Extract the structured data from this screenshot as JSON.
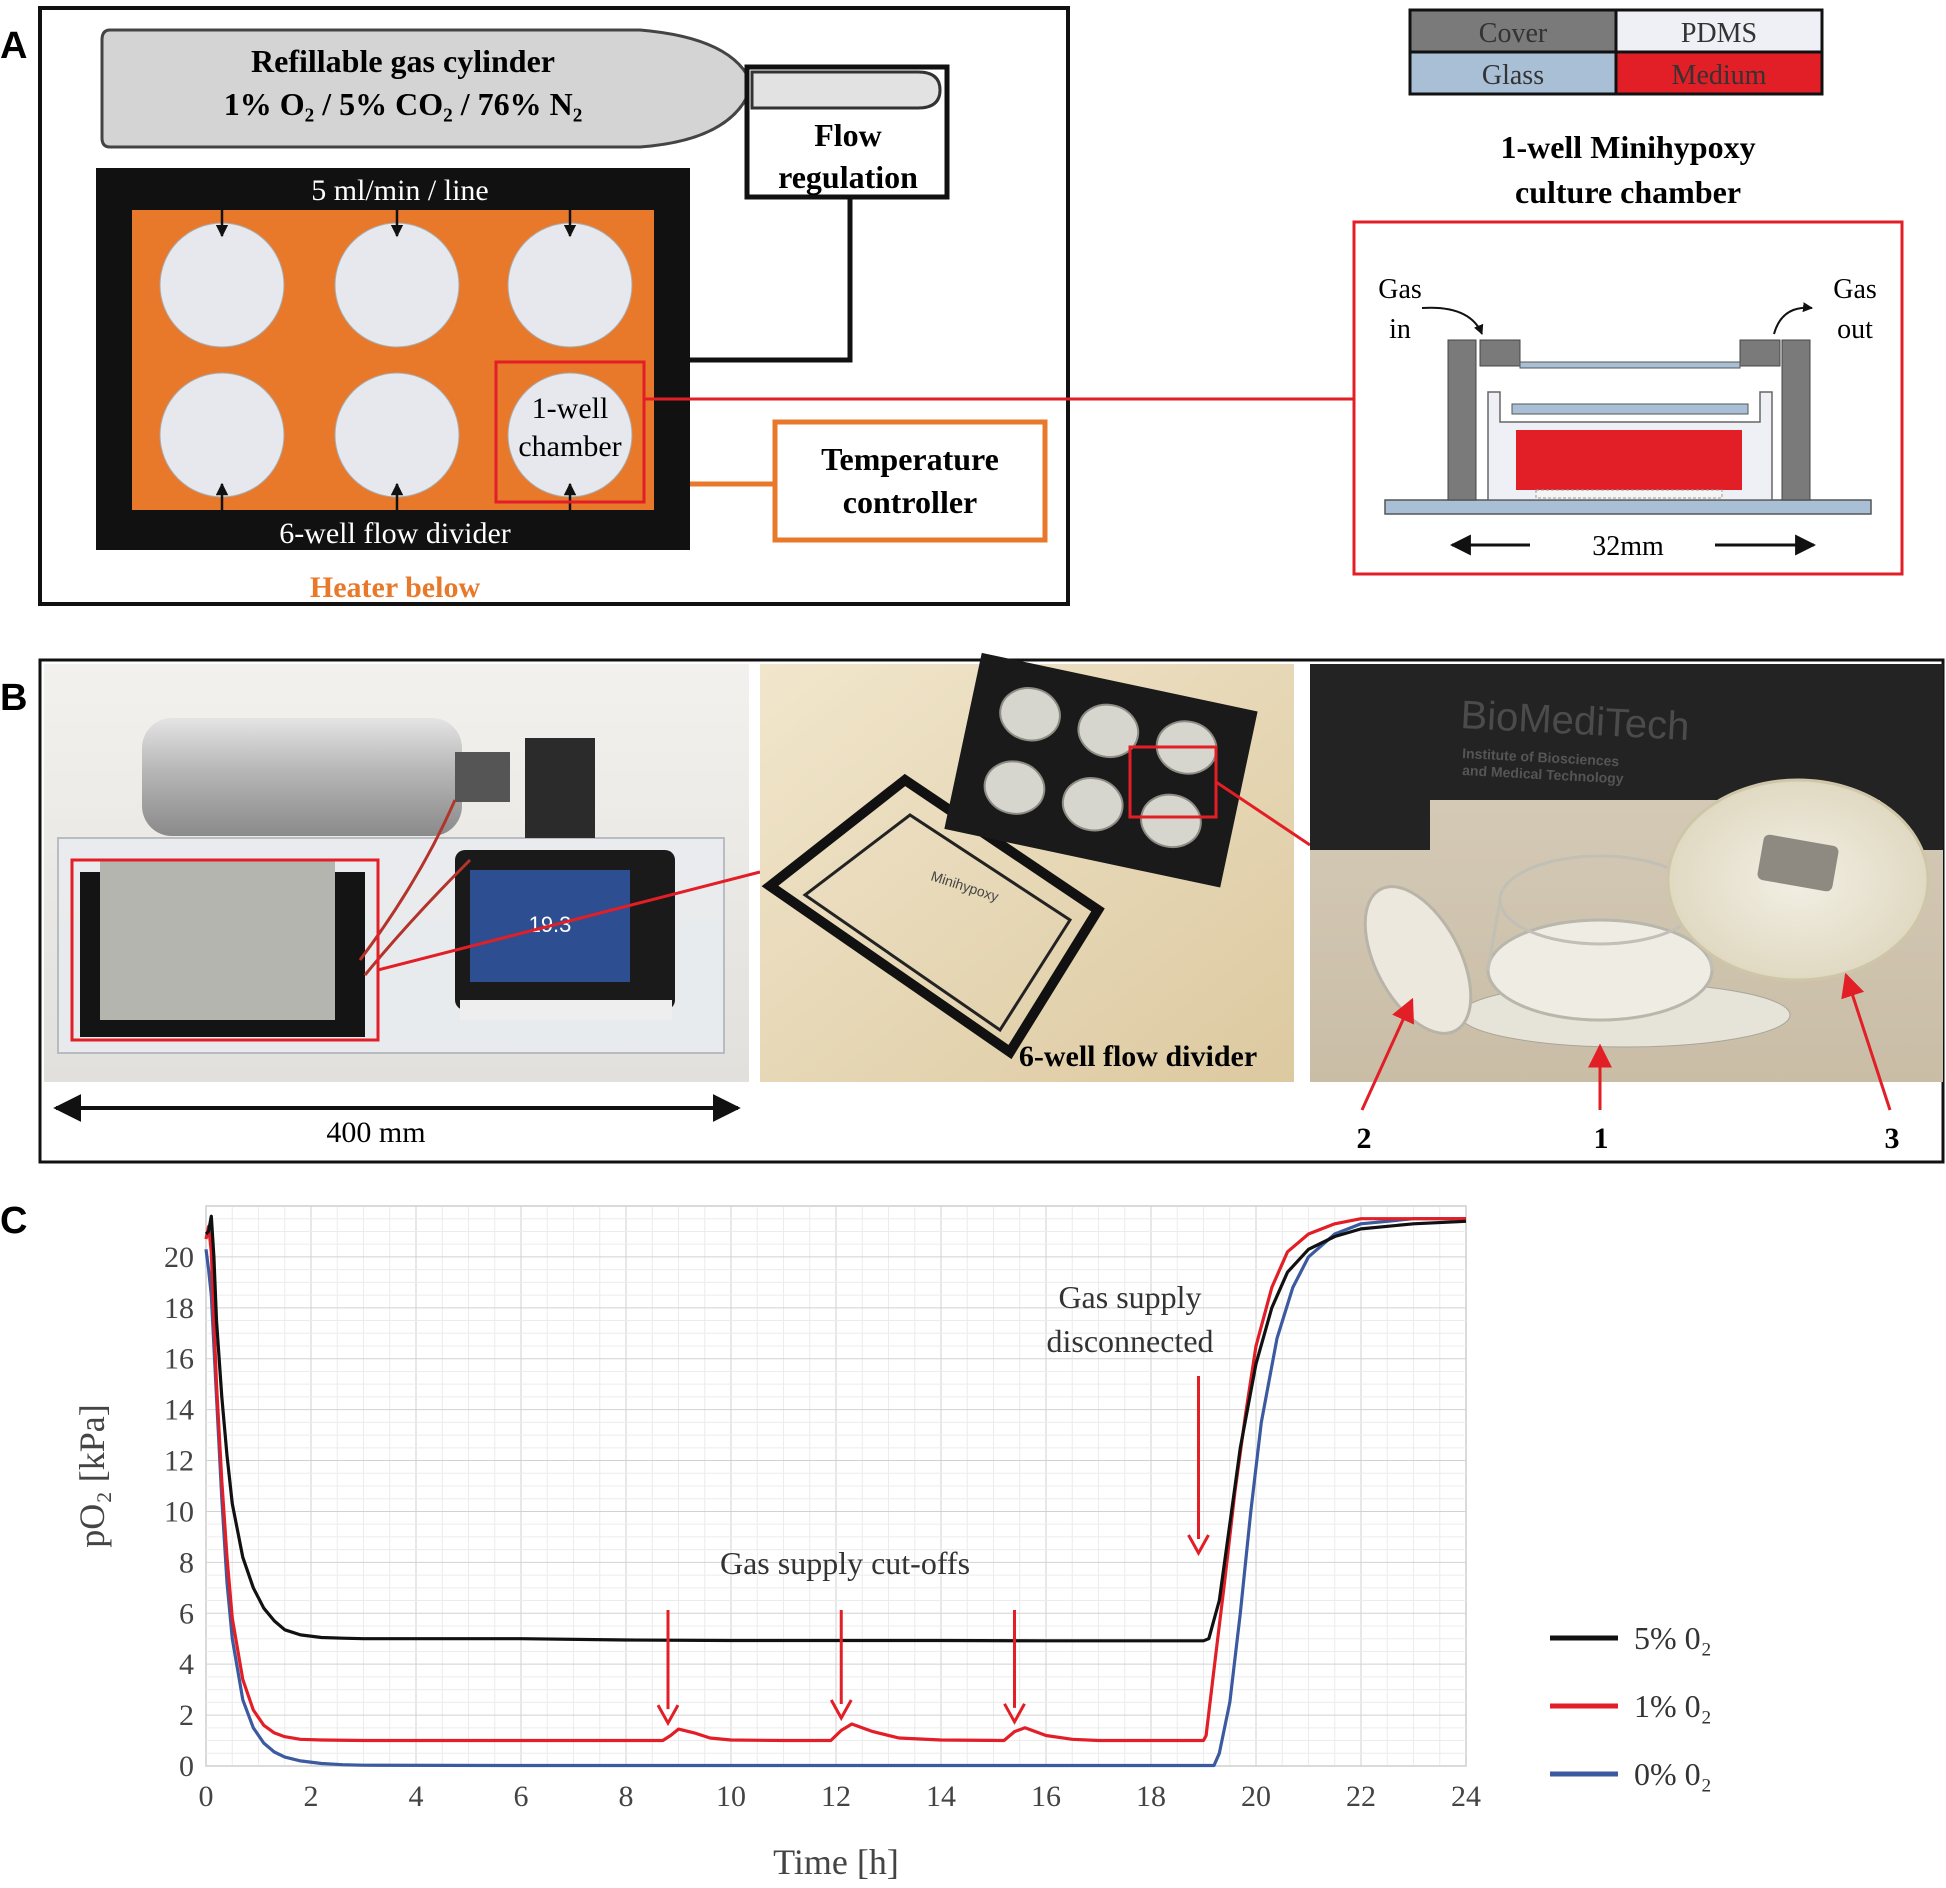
{
  "panels": {
    "a": "A",
    "b": "B",
    "c": "C"
  },
  "colors": {
    "heater": "#e8782a",
    "well": "#e6e8ee",
    "cylinder": "#d4d4d4",
    "cover": "#7a7a7a",
    "pdms": "#eef0f6",
    "glass": "#a8bfd6",
    "medium": "#e21e26",
    "red": "#e21e26",
    "black_series": "#111111",
    "red_series": "#e21e26",
    "blue_series": "#3c5aa0"
  },
  "panel_a": {
    "cylinder_line1": "Refillable gas cylinder",
    "cylinder_line2": "1% O₂ / 5% CO₂ / 76% N₂",
    "flow_line1": "Flow",
    "flow_line2": "regulation",
    "flow_rate": "5 ml/min / line",
    "divider_label": "6-well flow divider",
    "well_label_1": "1-well",
    "well_label_2": "chamber",
    "temp_line1": "Temperature",
    "temp_line2": "controller",
    "heater": "Heater below",
    "legend": {
      "cover": "Cover",
      "pdms": "PDMS",
      "glass": "Glass",
      "medium": "Medium"
    },
    "chamber_title_1": "1-well Minihypoxy",
    "chamber_title_2": "culture chamber",
    "gas_in_1": "Gas",
    "gas_in_2": "in",
    "gas_out_1": "Gas",
    "gas_out_2": "out",
    "dimension": "32mm"
  },
  "panel_b": {
    "scale": "400 mm",
    "photo2_caption": "6-well flow divider",
    "photo2_lid_text": "Minihypoxy",
    "photo3_brand": "BioMediTech",
    "photo3_brand_sub_1": "Institute of Biosciences",
    "photo3_brand_sub_2": "and Medical Technology",
    "screen_value": "19.3",
    "labels": [
      "2",
      "1",
      "3"
    ]
  },
  "chart_data": {
    "type": "line",
    "xlabel": "Time [h]",
    "ylabel": "pO₂ [kPa]",
    "xlim": [
      0,
      24
    ],
    "ylim": [
      0,
      22
    ],
    "xticks": [
      "0",
      "2",
      "4",
      "6",
      "8",
      "10",
      "12",
      "14",
      "16",
      "18",
      "20",
      "22",
      "24"
    ],
    "yticks": [
      "0",
      "2",
      "4",
      "6",
      "8",
      "10",
      "12",
      "14",
      "16",
      "18",
      "20"
    ],
    "grid": true,
    "legend_position": "right",
    "series": [
      {
        "name": "5% 0₂",
        "color": "#111111",
        "x": [
          0,
          0.05,
          0.1,
          0.15,
          0.2,
          0.3,
          0.4,
          0.5,
          0.7,
          0.9,
          1.1,
          1.3,
          1.5,
          1.8,
          2.2,
          2.6,
          3,
          4,
          6,
          8,
          10,
          12,
          14,
          16,
          18,
          19,
          19.1,
          19.3,
          19.5,
          19.7,
          20,
          20.3,
          20.6,
          21,
          21.5,
          22,
          23,
          24
        ],
        "y": [
          20.9,
          21,
          21.6,
          20,
          17.5,
          14.5,
          12.2,
          10.3,
          8.2,
          7,
          6.2,
          5.7,
          5.35,
          5.15,
          5.05,
          5.02,
          5,
          5,
          5,
          4.95,
          4.93,
          4.93,
          4.93,
          4.92,
          4.92,
          4.92,
          5,
          6.5,
          9.5,
          12.5,
          15.8,
          18,
          19.4,
          20.3,
          20.8,
          21.1,
          21.3,
          21.4
        ]
      },
      {
        "name": "1% 0₂",
        "color": "#e21e26",
        "x": [
          0,
          0.05,
          0.1,
          0.15,
          0.2,
          0.3,
          0.4,
          0.5,
          0.7,
          0.9,
          1.1,
          1.3,
          1.5,
          1.8,
          2.2,
          3,
          5,
          7,
          8.7,
          8.85,
          9,
          9.3,
          9.6,
          10,
          11,
          11.9,
          12.1,
          12.3,
          12.7,
          13.2,
          14,
          15.2,
          15.4,
          15.6,
          16,
          16.5,
          17,
          18,
          19,
          19.05,
          19.2,
          19.4,
          19.6,
          19.8,
          20,
          20.3,
          20.6,
          21,
          21.5,
          22,
          23,
          24
        ],
        "y": [
          20.7,
          21.2,
          20.2,
          17.5,
          15,
          11.2,
          8.2,
          5.8,
          3.4,
          2.2,
          1.6,
          1.3,
          1.15,
          1.05,
          1.02,
          1,
          1,
          1,
          1,
          1.2,
          1.45,
          1.3,
          1.1,
          1.02,
          1,
          1,
          1.4,
          1.65,
          1.35,
          1.1,
          1.02,
          1,
          1.35,
          1.5,
          1.2,
          1.05,
          1,
          1,
          1,
          1.2,
          3.8,
          7.2,
          10.8,
          13.8,
          16.5,
          18.8,
          20.2,
          20.9,
          21.3,
          21.5,
          21.5,
          21.5
        ]
      },
      {
        "name": "0% 0₂",
        "color": "#3c5aa0",
        "x": [
          0,
          0.05,
          0.1,
          0.15,
          0.2,
          0.3,
          0.4,
          0.5,
          0.7,
          0.9,
          1.1,
          1.3,
          1.5,
          1.8,
          2.2,
          2.6,
          3,
          6,
          10,
          14,
          18,
          19.2,
          19.3,
          19.5,
          19.7,
          19.9,
          20.1,
          20.4,
          20.7,
          21,
          21.5,
          22,
          23,
          24
        ],
        "y": [
          20.3,
          19.5,
          18.5,
          16.5,
          14.5,
          10.5,
          7.2,
          5,
          2.6,
          1.5,
          0.9,
          0.55,
          0.35,
          0.2,
          0.1,
          0.05,
          0.03,
          0.02,
          0.02,
          0.02,
          0.02,
          0.02,
          0.5,
          2.5,
          6,
          10,
          13.5,
          16.8,
          18.8,
          20,
          20.9,
          21.3,
          21.5,
          21.5
        ]
      }
    ],
    "annotations": [
      {
        "text_1": "Gas supply",
        "text_2": "disconnected",
        "x": 19
      },
      {
        "text_1": "Gas supply cut-offs",
        "x": [
          8.8,
          12.1,
          15.4
        ]
      }
    ]
  }
}
